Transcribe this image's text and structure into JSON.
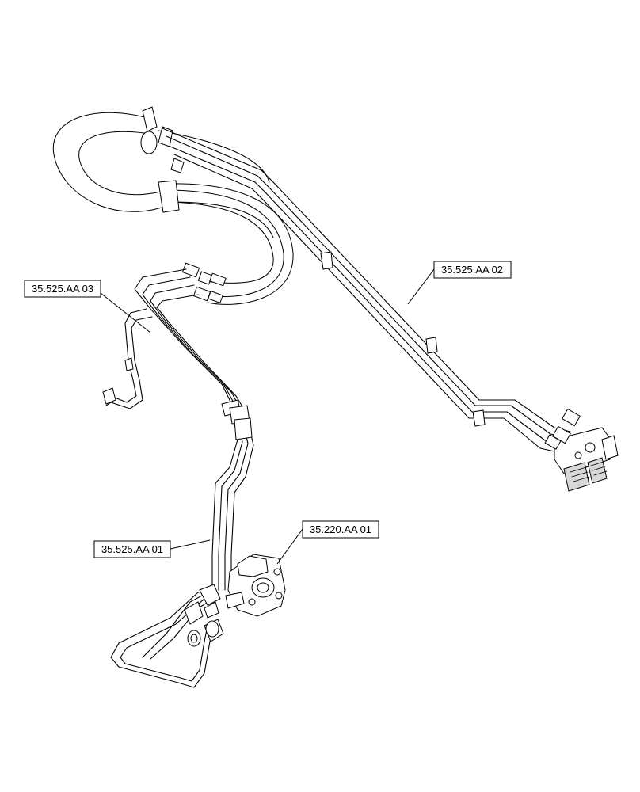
{
  "callouts": [
    {
      "id": "c1",
      "label": "35.525.AA 03"
    },
    {
      "id": "c2",
      "label": "35.525.AA 02"
    },
    {
      "id": "c3",
      "label": "35.220.AA 01"
    },
    {
      "id": "c4",
      "label": "35.525.AA 01"
    }
  ]
}
